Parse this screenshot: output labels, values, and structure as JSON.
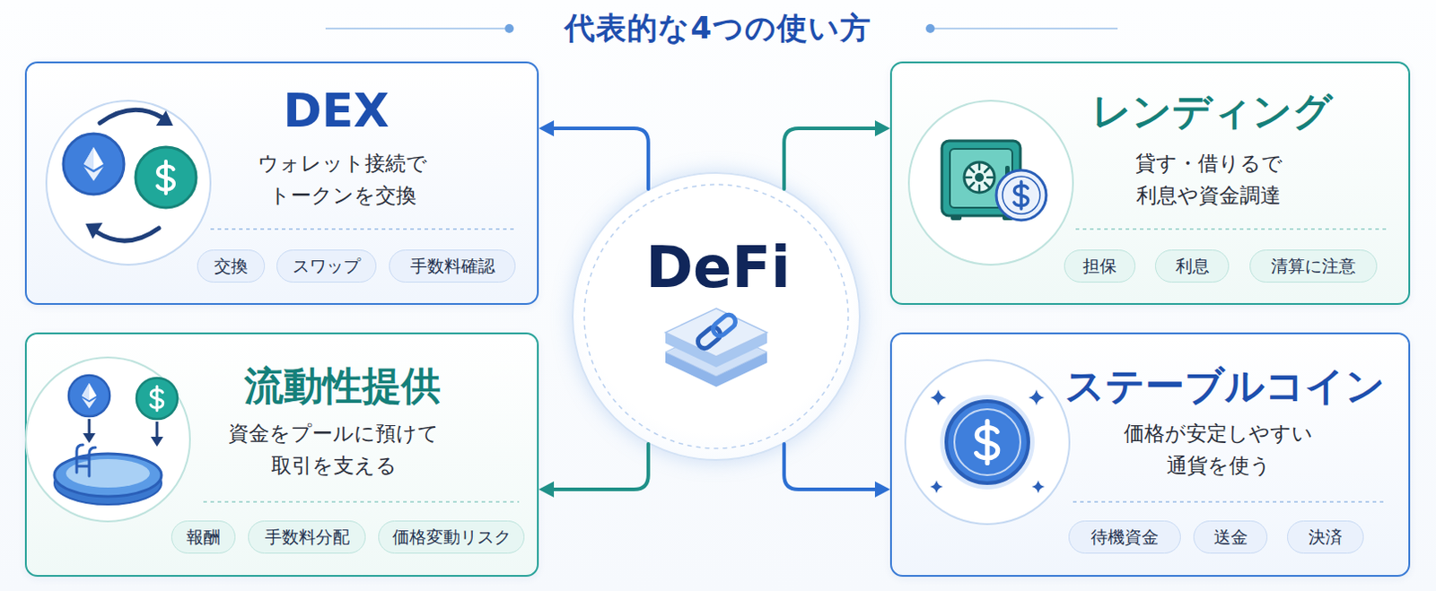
{
  "diagram": {
    "title": "代表的な4つの使い方",
    "nodes": [
      {
        "text": [
          "DEX",
          "ウォレット接続で トークンを交換"
        ]
      },
      {
        "text": [
          "交換"
        ],
        "in": 0
      },
      {
        "text": [
          "スワップ"
        ],
        "in": 0
      },
      {
        "text": [
          "手数料確認"
        ],
        "in": 0
      },
      {
        "text": [
          "DeFi"
        ]
      },
      {
        "text": [
          "レンディング",
          "貸す・借りるで 利息や資金調達"
        ]
      },
      {
        "text": [
          "担保"
        ],
        "in": 5
      },
      {
        "text": [
          "利息"
        ],
        "in": 5
      },
      {
        "text": [
          "清算に注意"
        ],
        "in": 5
      },
      {
        "text": [
          "流動性提供",
          "資金をプールに預けて 取引を支える"
        ]
      },
      {
        "text": [
          "報酬"
        ],
        "in": 9
      },
      {
        "text": [
          "手数料分配"
        ],
        "in": 9
      },
      {
        "text": [
          "価格変動リスク"
        ],
        "in": 9
      },
      {
        "text": [
          "ステーブルコイン",
          "価格が安定しやすい 通貨を使う"
        ]
      },
      {
        "text": [
          "待機資金"
        ],
        "in": 13
      },
      {
        "text": [
          "送金"
        ],
        "in": 13
      },
      {
        "text": [
          "決済"
        ],
        "in": 13
      }
    ],
    "edges": [
      {
        "from": 4,
        "to": 0,
        "arrow": "to"
      },
      {
        "from": 4,
        "to": 5,
        "arrow": "to"
      },
      {
        "from": 4,
        "to": 9,
        "arrow": "to"
      },
      {
        "from": 4,
        "to": 13,
        "arrow": "to"
      }
    ]
  }
}
